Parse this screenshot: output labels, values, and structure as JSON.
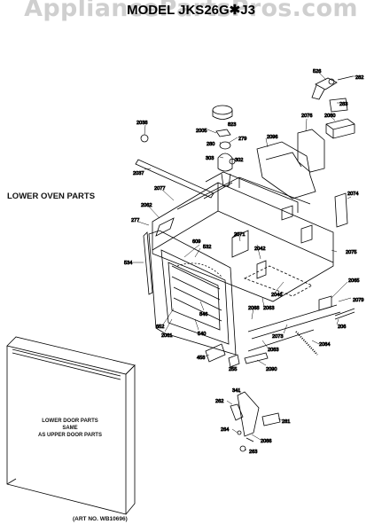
{
  "watermark": "AppliancePartsPros.com",
  "title": "MODEL JKS26G✱J3",
  "section_label": "LOWER OVEN PARTS",
  "door_note": [
    "LOWER DOOR PARTS",
    "SAME",
    "AS UPPER DOOR PARTS"
  ],
  "art_number": "(ART NO. WB10696)",
  "part_numbers": [
    "526",
    "282",
    "283",
    "2076",
    "2080",
    "2038",
    "823",
    "2005",
    "279",
    "2096",
    "280",
    "303",
    "302",
    "2037",
    "2077",
    "2074",
    "2062",
    "277",
    "2071",
    "2042",
    "2075",
    "609",
    "532",
    "534",
    "2065",
    "2079",
    "2046",
    "2063",
    "2068",
    "206",
    "2084",
    "2073",
    "2083",
    "2061",
    "652",
    "540",
    "846",
    "458",
    "255",
    "2090",
    "341",
    "262",
    "281",
    "2086",
    "264",
    "263"
  ],
  "colors": {
    "line": "#000000",
    "watermark": "#cfcfcf",
    "background": "#ffffff"
  }
}
